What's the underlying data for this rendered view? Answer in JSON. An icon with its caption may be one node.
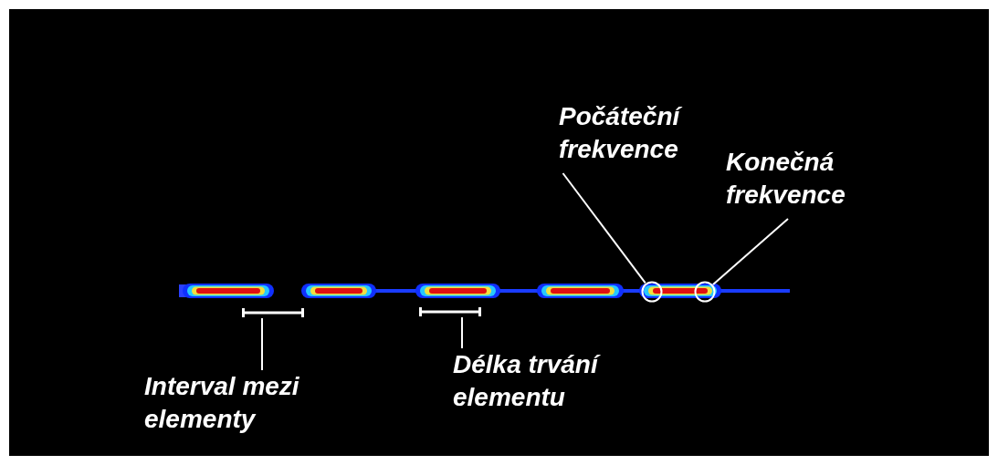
{
  "diagram": {
    "nodes": [
      {
        "text": [
          "Počáteční frekvence"
        ]
      },
      {
        "text": [
          "Konečná frekvence"
        ]
      },
      {
        "text": [],
        "shape": "circle"
      },
      {
        "text": [],
        "shape": "circle"
      },
      {
        "text": [],
        "shape": "bar"
      },
      {
        "text": [],
        "shape": "bar"
      },
      {
        "text": [
          "Interval mezi elementy"
        ]
      },
      {
        "text": [
          "Délka trvání elementu"
        ]
      }
    ],
    "edges": [
      {
        "from": 0,
        "to": 2,
        "arrow": "none"
      },
      {
        "from": 1,
        "to": 3,
        "arrow": "none"
      },
      {
        "from": 6,
        "to": 4,
        "arrow": "none"
      },
      {
        "from": 7,
        "to": 5,
        "arrow": "none"
      }
    ]
  }
}
